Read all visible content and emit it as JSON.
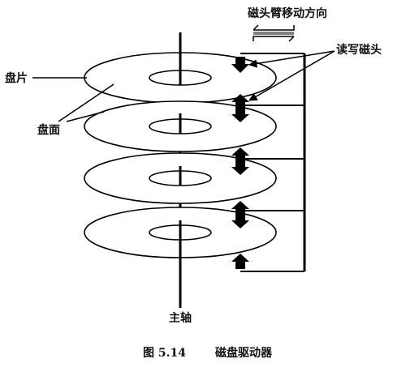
{
  "labels": {
    "arm_direction": "磁头臂移动方向",
    "read_write_heads": "读写磁头",
    "platter": "盘片",
    "surface": "盘面",
    "spindle": "主轴"
  },
  "caption": {
    "figure_number": "图 5.14",
    "title": "磁盘驱动器"
  },
  "platter_count": 4,
  "head_count": 8
}
